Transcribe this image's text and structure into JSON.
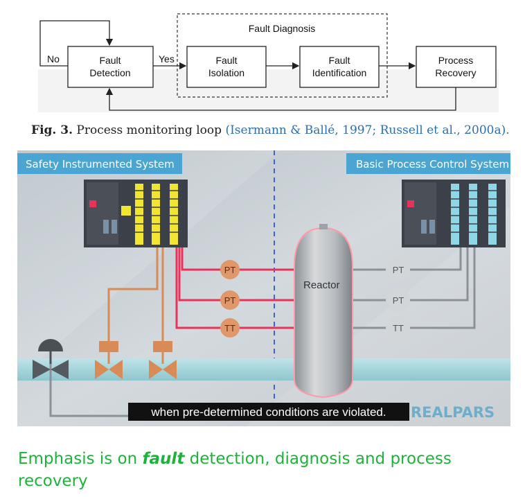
{
  "flow": {
    "group_title": "Fault Diagnosis",
    "boxes": {
      "detection": [
        "Fault",
        "Detection"
      ],
      "isolation": [
        "Fault",
        "Isolation"
      ],
      "identification": [
        "Fault",
        "Identification"
      ],
      "recovery": [
        "Process",
        "Recovery"
      ]
    },
    "no_label": "No",
    "yes_label": "Yes"
  },
  "caption": {
    "fig": "Fig. 3.",
    "text": "Process monitoring loop",
    "refs": "(Isermann & Ballé, 1997; Russell et al., 2000a)."
  },
  "scene": {
    "sis_label": "Safety Instrumented System",
    "bpcs_label": "Basic Process Control System",
    "reactor_label": "Reactor",
    "left_instruments": [
      "PT",
      "PT",
      "TT"
    ],
    "right_instruments": [
      "PT",
      "PT",
      "TT"
    ],
    "subtitle": "when pre-determined conditions are violated.",
    "brand": "REALPARS"
  },
  "bottom": {
    "prefix": "Emphasis is on ",
    "emph": "fault",
    "suffix": " detection, diagnosis and process recovery"
  },
  "colors": {
    "green_text": "#1db33a",
    "ref_blue": "#2a6fb6",
    "sis_red": "#e8325a",
    "instrument_orange": "#e0976a"
  }
}
